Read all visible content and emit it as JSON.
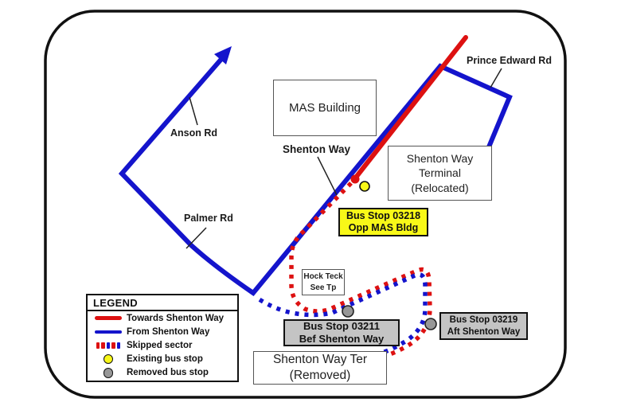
{
  "colors": {
    "towards_red": "#dd1111",
    "from_blue": "#1414cc",
    "existing_stop_yellow": "#f8f818",
    "removed_stop_gray": "#979797",
    "highlight_yellow": "#f8f818",
    "gray_box": "#c4c4c4",
    "outline_black": "#111111"
  },
  "roads": {
    "anson": {
      "label": "Anson Rd"
    },
    "palmer": {
      "label": "Palmer Rd"
    },
    "shenton_way": {
      "label": "Shenton Way"
    },
    "prince_edward": {
      "label": "Prince Edward Rd"
    }
  },
  "buildings": {
    "mas": {
      "label": "MAS Building"
    },
    "terminal_relocated": {
      "line1": "Shenton Way",
      "line2": "Terminal",
      "line3": "(Relocated)"
    },
    "hock_teck": {
      "line1": "Hock Teck",
      "line2": "See Tp"
    },
    "terminal_removed": {
      "line1": "Shenton Way Ter",
      "line2": "(Removed)"
    }
  },
  "bus_stops": {
    "stop_03218": {
      "line1": "Bus Stop 03218",
      "line2": "Opp MAS Bldg",
      "status": "existing"
    },
    "stop_03211": {
      "line1": "Bus Stop 03211",
      "line2": "Bef Shenton Way",
      "status": "removed"
    },
    "stop_03219": {
      "line1": "Bus Stop 03219",
      "line2": "Aft Shenton Way",
      "status": "removed"
    }
  },
  "legend": {
    "title": "LEGEND",
    "items": [
      {
        "label": "Towards Shenton Way",
        "swatch": "red-line"
      },
      {
        "label": "From Shenton Way",
        "swatch": "blue-line"
      },
      {
        "label": "Skipped sector",
        "swatch": "dashed-red-blue"
      },
      {
        "label": "Existing bus stop",
        "swatch": "yellow-circle"
      },
      {
        "label": "Removed bus stop",
        "swatch": "gray-circle"
      }
    ],
    "dash_classes": [
      "dash dash-red",
      "dash dash-red",
      "dash dash-blue",
      "dash dash-red",
      "dash dash-blue"
    ]
  }
}
